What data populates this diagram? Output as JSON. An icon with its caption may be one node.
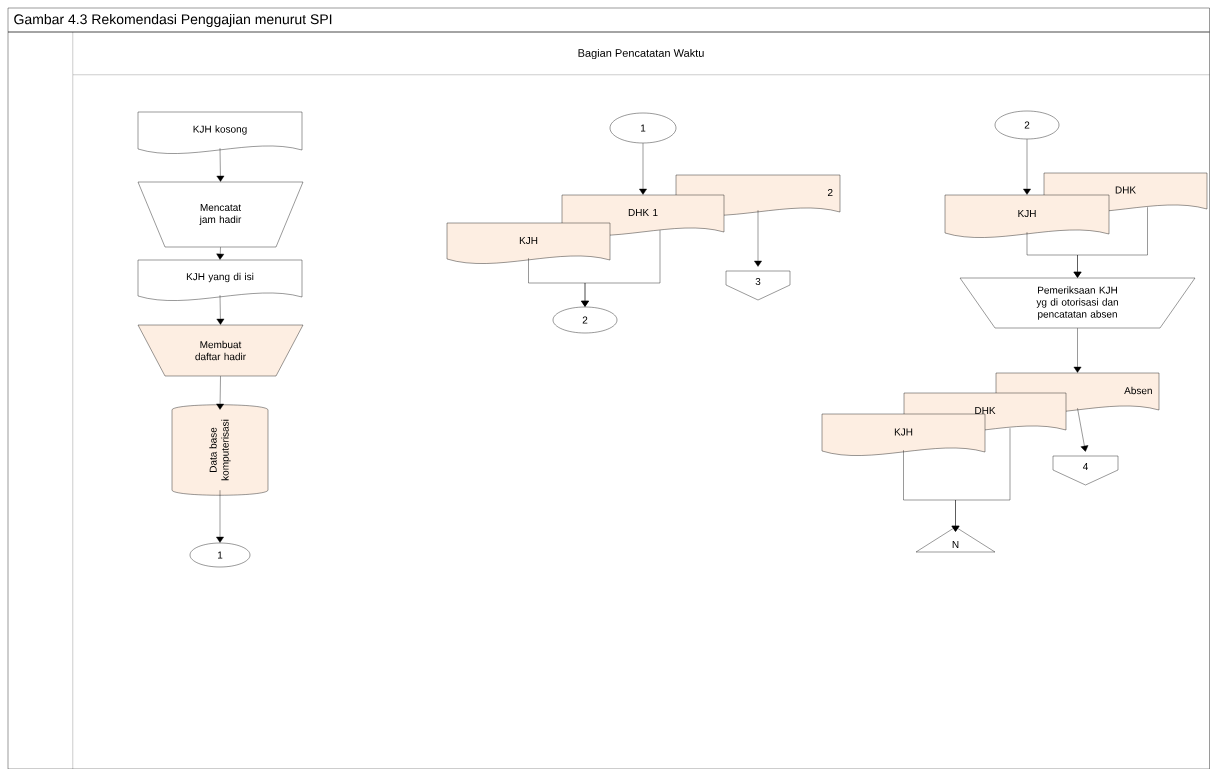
{
  "diagram": {
    "title": "Gambar 4.3 Rekomendasi Penggajian menurut SPI",
    "nodes": [
      {
        "text": [
          "Bagian Pencatatan Waktu"
        ]
      },
      {
        "text": [
          "KJH kosong"
        ],
        "in": 0
      },
      {
        "text": [
          "Mencatat jam hadir"
        ],
        "in": 0
      },
      {
        "text": [
          "KJH yang di isi"
        ],
        "in": 0
      },
      {
        "text": [
          "Membuat daftar hadir"
        ],
        "in": 0
      },
      {
        "text": [
          "Data base komputerisasi"
        ],
        "in": 0
      },
      {
        "text": [
          "1"
        ],
        "in": 0
      },
      {
        "text": [
          "1"
        ],
        "in": 0
      },
      {
        "text": [
          "2"
        ],
        "in": 0
      },
      {
        "text": [
          "DHK 1"
        ],
        "in": 0
      },
      {
        "text": [
          "KJH"
        ],
        "in": 0
      },
      {
        "text": [
          "2"
        ],
        "in": 0
      },
      {
        "text": [
          "3"
        ],
        "in": 0
      },
      {
        "text": [
          "2"
        ],
        "in": 0
      },
      {
        "text": [
          "DHK"
        ],
        "in": 0
      },
      {
        "text": [
          "KJH"
        ],
        "in": 0
      },
      {
        "text": [
          "Pemeriksaan KJH yg di otorisasi dan pencatatan absen"
        ],
        "in": 0
      },
      {
        "text": [
          "Absen"
        ],
        "in": 0
      },
      {
        "text": [
          "DHK"
        ],
        "in": 0
      },
      {
        "text": [
          "KJH"
        ],
        "in": 0
      },
      {
        "text": [
          "4"
        ],
        "in": 0
      },
      {
        "text": [
          "N"
        ],
        "in": 0
      }
    ],
    "edges": [
      {
        "from": 1,
        "to": 2,
        "arrow": "to"
      },
      {
        "from": 2,
        "to": 3,
        "arrow": "to"
      },
      {
        "from": 3,
        "to": 4,
        "arrow": "to"
      },
      {
        "from": 4,
        "to": 5,
        "arrow": "to"
      },
      {
        "from": 5,
        "to": 6,
        "arrow": "to"
      },
      {
        "from": 7,
        "to": 9,
        "arrow": "to"
      },
      {
        "from": 10,
        "to": 11,
        "arrow": "to"
      },
      {
        "from": 9,
        "to": 11,
        "arrow": "to"
      },
      {
        "from": 8,
        "to": 12,
        "arrow": "to"
      },
      {
        "from": 13,
        "to": 15,
        "arrow": "to"
      },
      {
        "from": 15,
        "to": 16,
        "arrow": "to"
      },
      {
        "from": 14,
        "to": 16,
        "arrow": "to"
      },
      {
        "from": 16,
        "to": 17,
        "arrow": "to"
      },
      {
        "from": 17,
        "to": 20,
        "arrow": "to"
      },
      {
        "from": 19,
        "to": 21,
        "arrow": "to"
      },
      {
        "from": 18,
        "to": 21,
        "arrow": "to"
      }
    ]
  }
}
